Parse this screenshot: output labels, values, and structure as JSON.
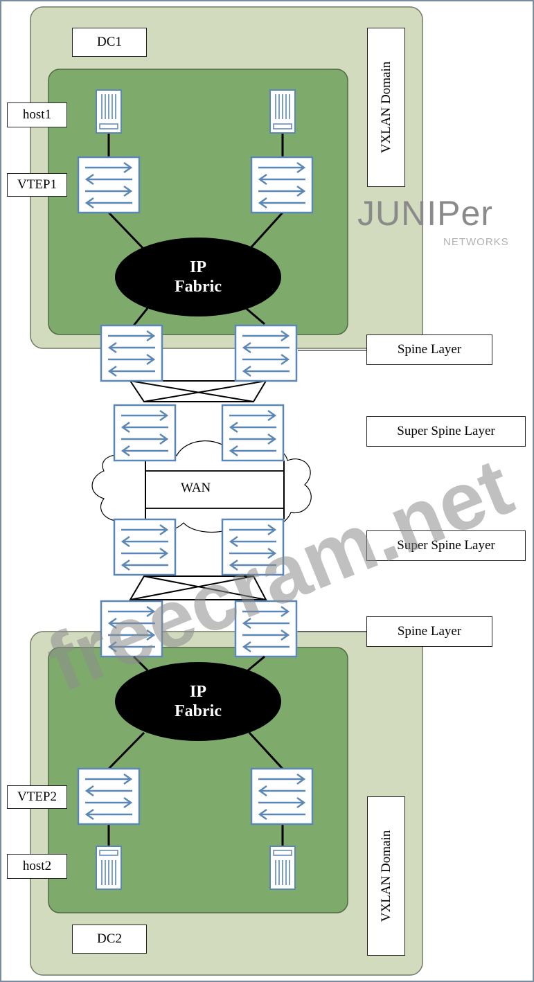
{
  "datacenters": {
    "dc1": {
      "name": "DC1",
      "host": "host1",
      "vtep": "VTEP1",
      "domain": "VXLAN Domain",
      "fabric": [
        "IP",
        "Fabric"
      ],
      "spine": "Spine Layer"
    },
    "dc2": {
      "name": "DC2",
      "host": "host2",
      "vtep": "VTEP2",
      "domain": "VXLAN Domain",
      "fabric": [
        "IP",
        "Fabric"
      ],
      "spine": "Spine Layer"
    }
  },
  "interconnect": {
    "super_spine_top": "Super Spine Layer",
    "super_spine_bottom": "Super Spine Layer",
    "wan": "WAN"
  },
  "branding": {
    "logo_main": "JUNIPer",
    "logo_sub": "NETWORKS",
    "watermark": "freecram.net"
  },
  "colors": {
    "outer_zone": "#d3dbbf",
    "inner_zone": "#7eaa6c",
    "switch_stroke": "#5b87b7",
    "fabric": "#000000"
  }
}
